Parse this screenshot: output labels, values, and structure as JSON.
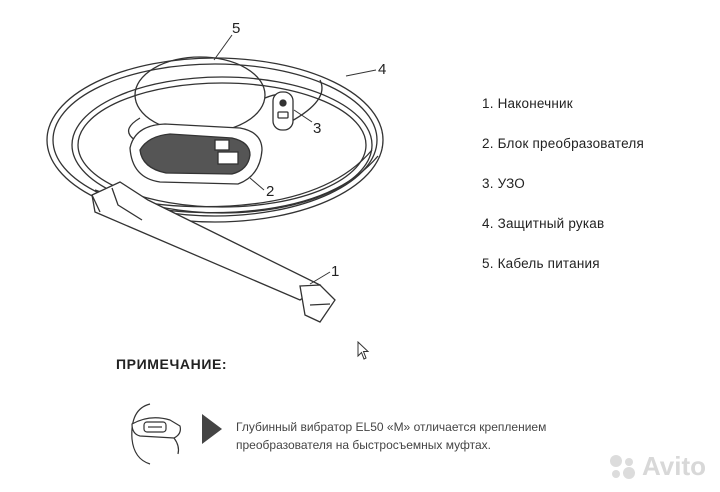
{
  "callouts": [
    "1",
    "2",
    "3",
    "4",
    "5"
  ],
  "legend": {
    "items": [
      "1. Наконечник",
      "2. Блок преобразователя",
      "3. УЗО",
      "4. Защитный рукав",
      "5. Кабель питания"
    ]
  },
  "note": {
    "title": "ПРИМЕЧАНИЕ:",
    "line1": "Глубинный вибратор EL50 «М» отличается креплением",
    "line2": "преобразователя на быстросъемных муфтах."
  },
  "watermark": {
    "text": "Avito"
  },
  "colors": {
    "line": "#333333",
    "unit_fill": "#555555",
    "watermark": "#d8d8d8"
  }
}
